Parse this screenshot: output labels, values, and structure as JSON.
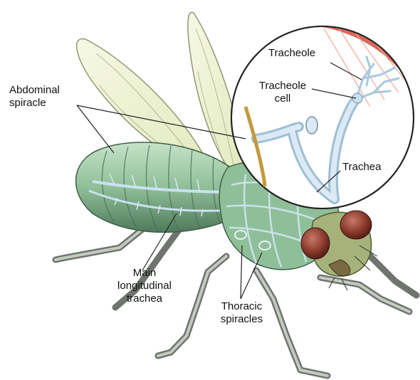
{
  "labels": {
    "abdominal_spiracle": "Abdominal\nspiracle",
    "main_longitudinal_trachea": "Main\nlongitudinal\ntrachea",
    "thoracic_spiracles": "Thoracic\nspiracles",
    "tracheole": "Tracheole",
    "tracheole_cell": "Tracheole\ncell",
    "trachea": "Trachea"
  },
  "colors": {
    "body_green": "#8fbf98",
    "body_dark": "#5e8f6e",
    "trachea_blue": "#b8d4e6",
    "wing": "#eef3d6",
    "eye": "#8a3a2c",
    "muscle": "#d9685a",
    "leg": "#8a8f88"
  }
}
